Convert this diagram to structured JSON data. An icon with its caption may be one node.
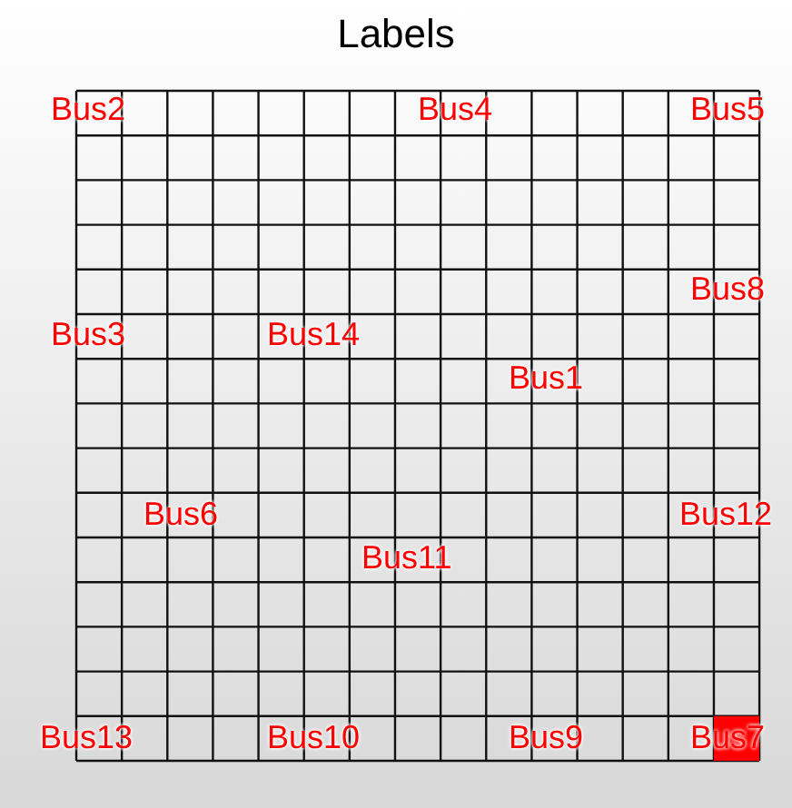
{
  "diagram": {
    "title": "Labels",
    "labels": [
      "Bus2",
      "Bus4",
      "Bus5",
      "Bus8",
      "Bus3",
      "Bus14",
      "Bus1",
      "Bus6",
      "Bus12",
      "Bus11",
      "Bus13",
      "Bus10",
      "Bus9",
      "Bus7"
    ]
  }
}
